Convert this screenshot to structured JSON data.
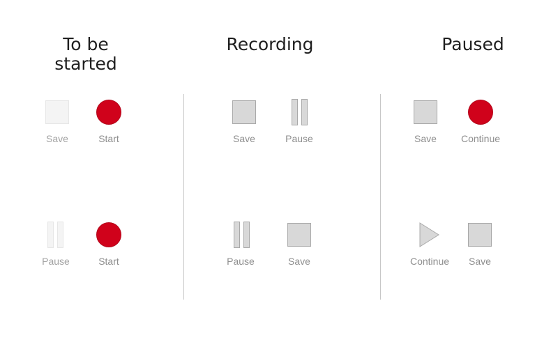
{
  "columns": [
    {
      "title": "To be\nstarted",
      "controls": [
        {
          "label": "Save",
          "icon": "stop-square-icon",
          "disabled": true
        },
        {
          "label": "Start",
          "icon": "record-icon"
        },
        {
          "label": "Pause",
          "icon": "pause-icon",
          "disabled": true
        },
        {
          "label": "Start",
          "icon": "record-icon"
        }
      ]
    },
    {
      "title": "Recording",
      "controls": [
        {
          "label": "Save",
          "icon": "stop-square-icon"
        },
        {
          "label": "Pause",
          "icon": "pause-icon"
        },
        {
          "label": "Pause",
          "icon": "pause-icon"
        },
        {
          "label": "Save",
          "icon": "stop-square-icon"
        }
      ]
    },
    {
      "title": "Paused",
      "controls": [
        {
          "label": "Save",
          "icon": "stop-square-icon"
        },
        {
          "label": "Continue",
          "icon": "record-icon"
        },
        {
          "label": "Continue",
          "icon": "play-icon"
        },
        {
          "label": "Save",
          "icon": "stop-square-icon"
        }
      ]
    }
  ],
  "colors": {
    "record": "#d0021b",
    "icon_fill": "#d8d8d8",
    "icon_stroke": "#a9a9a9",
    "disabled_fill": "#f4f4f4",
    "label": "#8e8e8e",
    "divider": "#c7c7c7"
  }
}
